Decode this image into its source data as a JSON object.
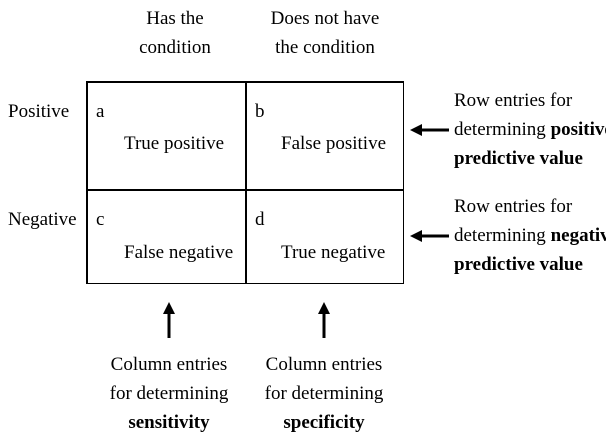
{
  "columns": {
    "has": [
      "Has the",
      "condition"
    ],
    "has_not": [
      "Does not have",
      "the condition"
    ]
  },
  "rows": {
    "positive": "Positive",
    "negative": "Negative"
  },
  "cells": {
    "a": {
      "letter": "a",
      "label": "True positive"
    },
    "b": {
      "letter": "b",
      "label": "False positive"
    },
    "c": {
      "letter": "c",
      "label": "False negative"
    },
    "d": {
      "letter": "d",
      "label": "True negative"
    }
  },
  "notes": {
    "ppv": {
      "line1": "Row entries for",
      "line2_prefix": "determining ",
      "line2_bold": "positive",
      "line3_bold": "predictive value"
    },
    "npv": {
      "line1": "Row entries for",
      "line2_prefix": "determining ",
      "line2_bold": "negative",
      "line3_bold": "predictive value"
    },
    "sensitivity": {
      "line1": "Column entries",
      "line2": "for determining",
      "line3_bold": "sensitivity"
    },
    "specificity": {
      "line1": "Column entries",
      "line2": "for determining",
      "line3_bold": "specificity"
    }
  }
}
